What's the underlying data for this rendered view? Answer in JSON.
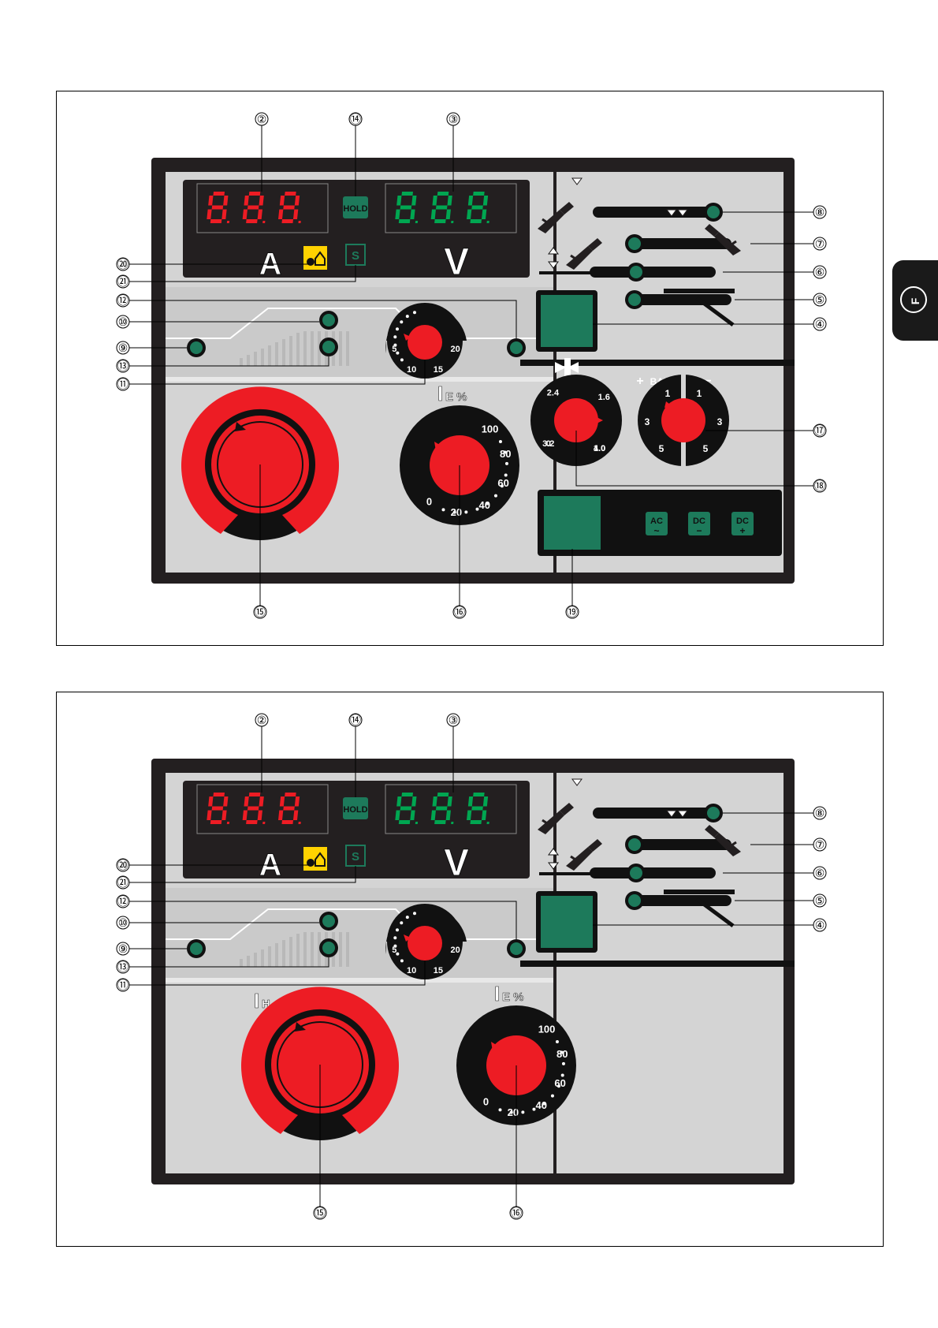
{
  "side_tab": {
    "letter": "F"
  },
  "colors": {
    "panel_frame": "#231f20",
    "panel_face": "#d4d4d4",
    "display_bg": "#231f20",
    "digits_amp": "#ed1c24",
    "digits_volt": "#00a651",
    "led_green": "#1d7a5b",
    "knob_red": "#ed1c24",
    "warn_yellow": "#ffd200"
  },
  "displays": {
    "amp_digits": "888",
    "volt_digits": "888",
    "amp_unit": "A",
    "volt_unit": "V",
    "hold_label": "HOLD",
    "s_label": "S"
  },
  "callouts_top": {
    "c2": "②",
    "c3": "③",
    "c4": "④",
    "c5": "⑤",
    "c6": "⑥",
    "c7": "⑦",
    "c8": "⑧",
    "c9": "⑨",
    "c10": "⑩",
    "c11": "⑪",
    "c12": "⑫",
    "c13": "⑬",
    "c14": "⑭",
    "c15": "⑮",
    "c16": "⑯",
    "c17": "⑰",
    "c18": "⑱",
    "c19": "⑲",
    "c20": "⑳",
    "c21": "㉑"
  },
  "callouts_bottom": {
    "c2": "②",
    "c3": "③",
    "c4": "④",
    "c5": "⑤",
    "c6": "⑥",
    "c7": "⑦",
    "c8": "⑧",
    "c9": "⑨",
    "c10": "⑩",
    "c11": "⑪",
    "c12": "⑫",
    "c13": "⑬",
    "c14": "⑭",
    "c15": "⑮",
    "c16": "⑯",
    "c20": "⑳",
    "c21": "㉑"
  },
  "knobs": {
    "slope_scale": [
      "5",
      "10",
      "15",
      "20"
    ],
    "main_current_label_main": "I",
    "main_current_label_sub": "H",
    "end_current_label_main": "I",
    "end_current_label_sub": "E %",
    "end_current_scale": [
      "0",
      "20",
      "40",
      "60",
      "80",
      "100"
    ],
    "electrode_scale": [
      "0",
      "1.0",
      "1.6",
      "2.4",
      "3.2",
      "4.0"
    ],
    "balance_label": "BALANCE",
    "balance_plus": "+",
    "balance_minus": "−",
    "balance_scale": [
      "1",
      "3",
      "5",
      "1",
      "3",
      "5"
    ]
  },
  "mode_badges": {
    "ac": {
      "top": "AC",
      "bottom": "~"
    },
    "dc_minus": {
      "top": "DC",
      "bottom": "−"
    },
    "dc_plus": {
      "top": "DC",
      "bottom": "+"
    }
  }
}
